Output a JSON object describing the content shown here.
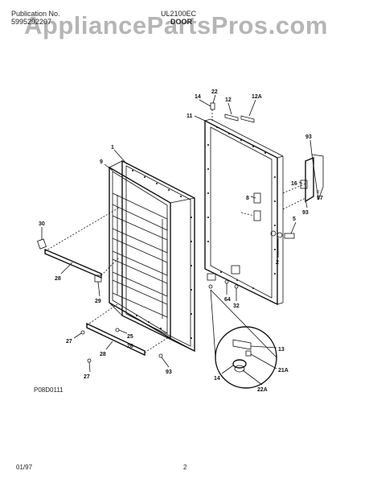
{
  "header": {
    "publication_label": "Publication No.",
    "publication_number": "5995292207",
    "model": "UL2100EC",
    "section": "DOOR"
  },
  "watermark": "AppliancePartsPros.com",
  "figure_code": "P08D0111",
  "footer": {
    "date": "01/97",
    "page": "2"
  },
  "callouts": {
    "c1": "1",
    "c9": "9",
    "c30": "30",
    "c28a": "28",
    "c29": "29",
    "c27a": "27",
    "c28b": "28",
    "c25": "25",
    "c26": "26",
    "c27b": "27",
    "c93a": "93",
    "c14a": "14",
    "c22": "22",
    "c12": "12",
    "c12a": "12A",
    "c11": "11",
    "c93b": "93",
    "c16": "16",
    "c57": "57",
    "c93c": "93",
    "c8": "8",
    "c5": "5",
    "c2": "2",
    "c64": "64",
    "c32": "32",
    "c13": "13",
    "c14b": "14",
    "c21a": "21A",
    "c22a": "22A"
  }
}
